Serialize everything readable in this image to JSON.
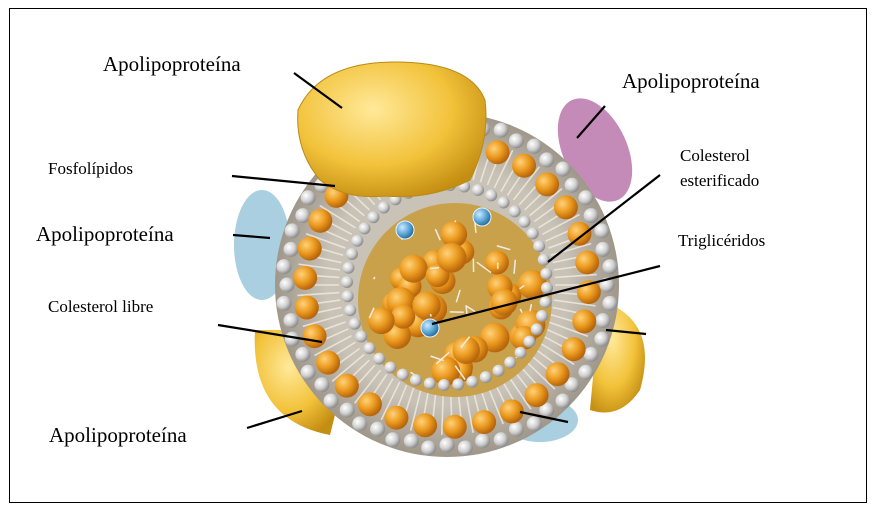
{
  "diagram": {
    "labels": {
      "apo_top_left": "Apolipoproteína",
      "apo_top_right": "Apolipoproteína",
      "fosfolipidos": "Fosfolípidos",
      "apo_mid_left": "Apolipoproteína",
      "colesterol_esterificado_line1": "Colesterol",
      "colesterol_esterificado_line2": "esterificado",
      "trigliceridos": "Triglicéridos",
      "colesterol_libre": "Colesterol libre",
      "apo_bottom_left": "Apolipoproteína"
    },
    "colors": {
      "frame": "#000000",
      "apolipoprotein_yellow": "#f2c23a",
      "apolipoprotein_blue": "#a9cfe0",
      "apolipoprotein_pink": "#c58bb8",
      "shell_grey": "#bdb6aa",
      "orange_sphere": "#eb9a1e",
      "white_head": "#d9d9d9",
      "core_blue": "#5aa7d6"
    }
  }
}
